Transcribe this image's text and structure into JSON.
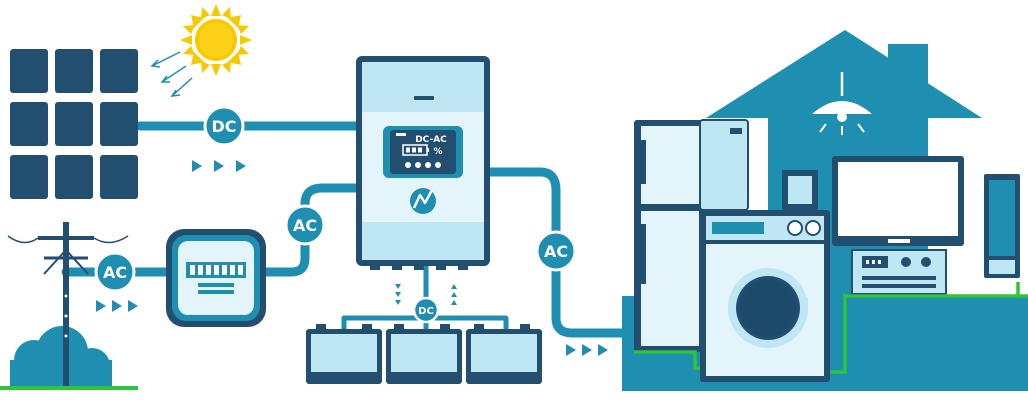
{
  "colors": {
    "primary_blue": "#1e8fb0",
    "dark_navy": "#1e4b6b",
    "panel_navy": "#224e70",
    "light_cyan": "#bfe6f3",
    "pale_cyan": "#e3f4fa",
    "green": "#2fc43a",
    "sun_yellow": "#f6c900",
    "white": "#ffffff"
  },
  "labels": {
    "solar_dc": "DC",
    "grid_ac": "AC",
    "meter_ac": "AC",
    "load_ac": "AC",
    "battery_dc": "DC"
  },
  "inverter_screen": {
    "mode": "DC-AC",
    "percent_symbol": "%"
  },
  "icons": [
    "sun-icon",
    "solar-panel-icon",
    "power-pole-icon",
    "cloud-icon",
    "energy-meter-icon",
    "inverter-icon",
    "lightning-logo-icon",
    "battery-icon",
    "house-icon",
    "ceiling-lamp-icon",
    "refrigerator-icon",
    "microwave-icon",
    "washing-machine-icon",
    "television-icon",
    "stereo-icon",
    "speaker-icon",
    "flow-arrow-icon"
  ]
}
